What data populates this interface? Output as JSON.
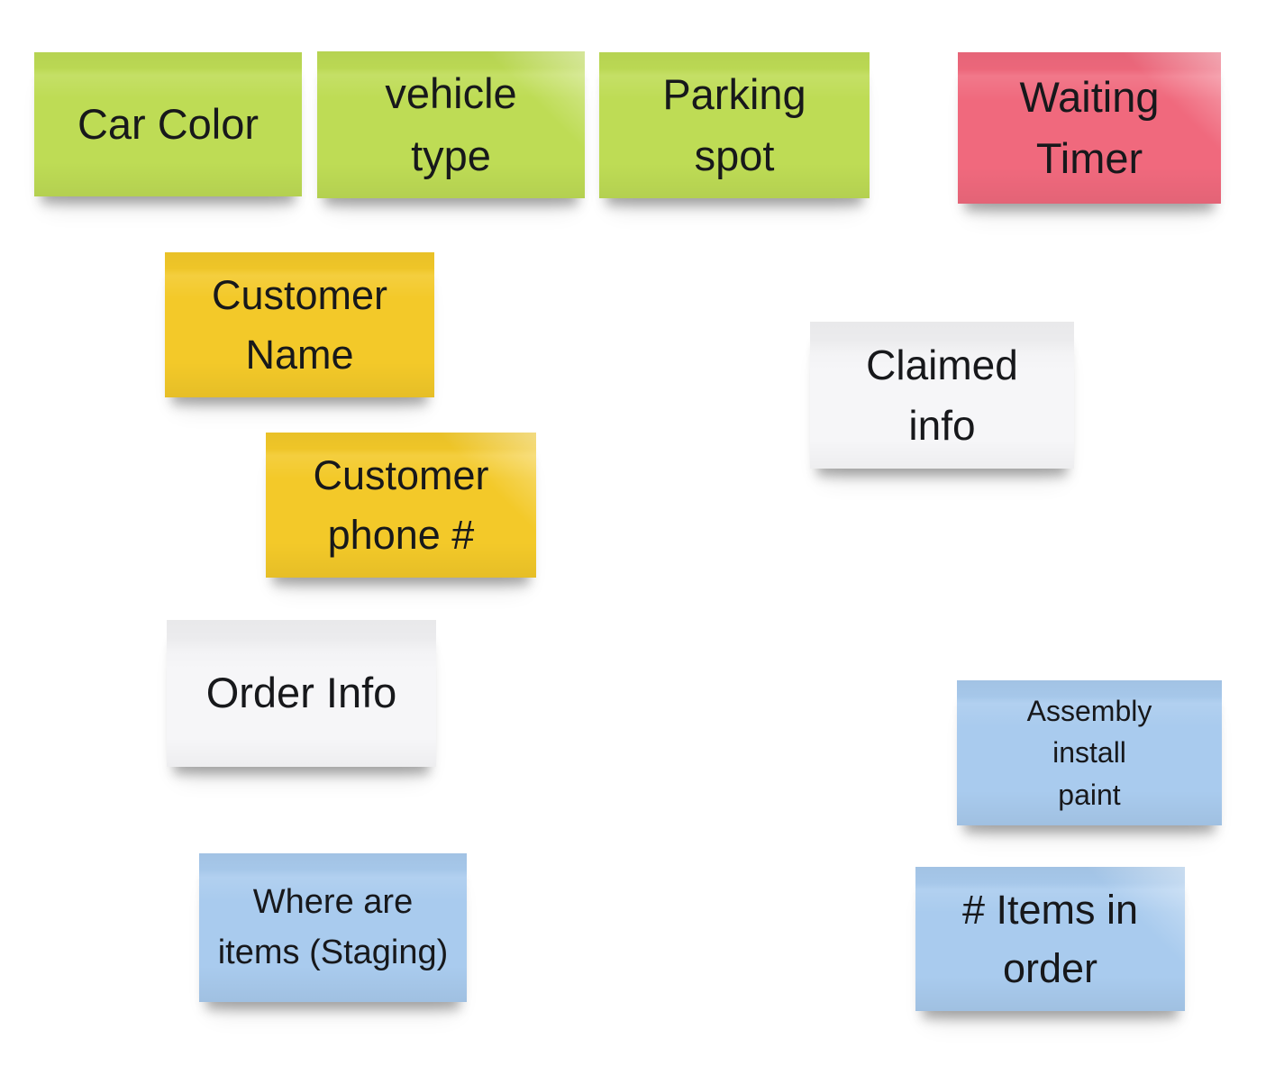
{
  "board": {
    "background": "#ffffff",
    "text_color": "#17181b"
  },
  "palette": {
    "green": "#bedc55",
    "pink": "#f0697d",
    "yellow": "#f3c929",
    "blue": "#a9cbee",
    "white": "#f6f6f8"
  },
  "notes": [
    {
      "id": "car-color",
      "color": "green",
      "lines": [
        "Car Color"
      ]
    },
    {
      "id": "vehicle-type",
      "color": "green",
      "lines": [
        "vehicle",
        "type"
      ]
    },
    {
      "id": "parking-spot",
      "color": "green",
      "lines": [
        "Parking",
        "spot"
      ]
    },
    {
      "id": "waiting-timer",
      "color": "pink",
      "lines": [
        "Waiting",
        "Timer"
      ]
    },
    {
      "id": "customer-name",
      "color": "yellow",
      "lines": [
        "Customer",
        "Name"
      ]
    },
    {
      "id": "claimed-info",
      "color": "white",
      "lines": [
        "Claimed",
        "info"
      ]
    },
    {
      "id": "customer-phone",
      "color": "yellow",
      "lines": [
        "Customer",
        "phone #"
      ]
    },
    {
      "id": "order-info",
      "color": "white",
      "lines": [
        "Order Info"
      ]
    },
    {
      "id": "assembly-install-paint",
      "color": "blue",
      "lines": [
        "Assembly",
        "install",
        "paint"
      ]
    },
    {
      "id": "where-are-items",
      "color": "blue",
      "lines": [
        "Where are",
        "items (Staging)"
      ]
    },
    {
      "id": "items-in-order",
      "color": "blue",
      "lines": [
        "# Items in",
        "order"
      ]
    }
  ]
}
